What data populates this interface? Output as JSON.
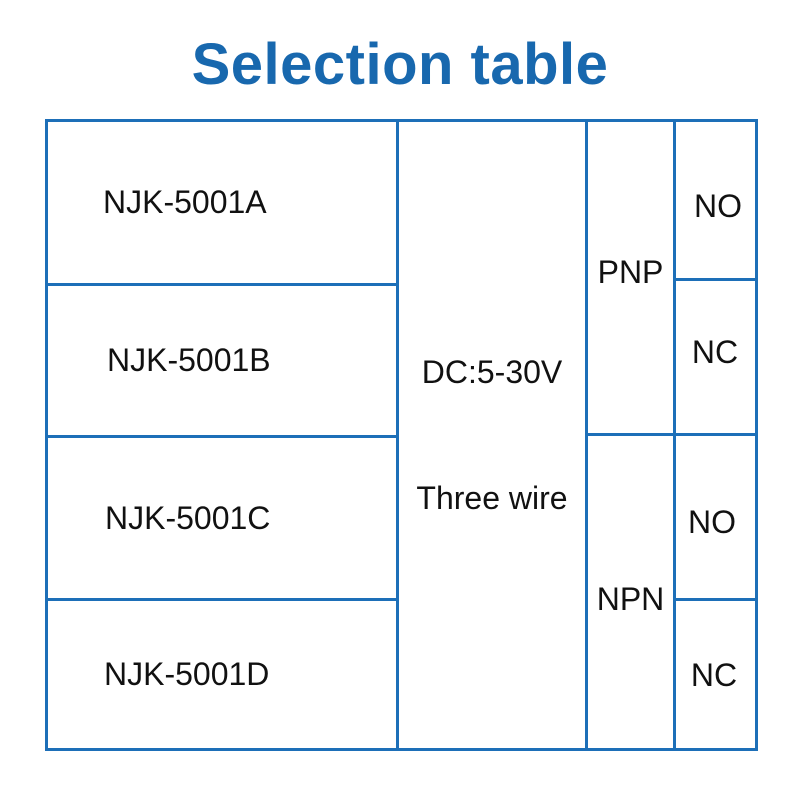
{
  "title": "Selection table",
  "colors": {
    "title": "#1868ae",
    "border": "#1d6fb8",
    "text": "#111111"
  },
  "models": [
    "NJK-5001A",
    "NJK-5001B",
    "NJK-5001C",
    "NJK-5001D"
  ],
  "voltage": "DC:5-30V",
  "wiring": "Three wire",
  "types": [
    "PNP",
    "NPN"
  ],
  "outputs": [
    "NO",
    "NC",
    "NO",
    "NC"
  ]
}
